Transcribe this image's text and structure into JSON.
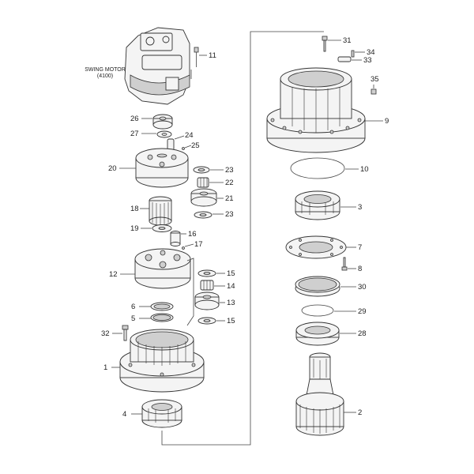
{
  "assembly_label": {
    "line1": "SWING MOTOR",
    "line2": "(4100)"
  },
  "callouts": {
    "c1": "1",
    "c2": "2",
    "c3": "3",
    "c4": "4",
    "c5": "5",
    "c6": "6",
    "c7": "7",
    "c8": "8",
    "c9": "9",
    "c10": "10",
    "c11": "11",
    "c12": "12",
    "c13": "13",
    "c14": "14",
    "c15a": "15",
    "c15b": "15",
    "c16": "16",
    "c17": "17",
    "c18": "18",
    "c19": "19",
    "c20": "20",
    "c21": "21",
    "c22": "22",
    "c23a": "23",
    "c23b": "23",
    "c24": "24",
    "c25": "25",
    "c26": "26",
    "c27": "27",
    "c28": "28",
    "c29": "29",
    "c30": "30",
    "c31": "31",
    "c32": "32",
    "c33": "33",
    "c34": "34",
    "c35": "35"
  }
}
